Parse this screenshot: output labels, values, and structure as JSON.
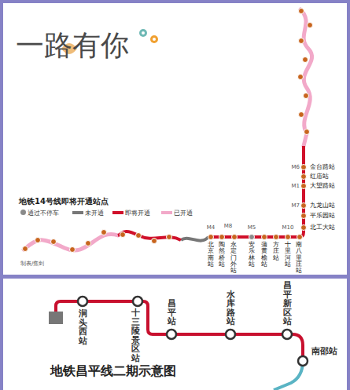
{
  "diagram": {
    "title": "一路有你",
    "labels": [
      "M6",
      "金台路站",
      "红庙站",
      "M1",
      "大望路站",
      "M7",
      "九龙山站",
      "平乐园站",
      "北工大站",
      "地铁14号线即将开通站点",
      "M4",
      "M8",
      "M5",
      "M10",
      "北京南站",
      "陶然桥站",
      "永定门外站",
      "安乐林站",
      "蒲黄榆站",
      "方庄站",
      "十里河站",
      "南八里庄站",
      "制表/焦剑",
      "涧头西站",
      "十三陵景区站",
      "昌平站",
      "水库路站",
      "昌平新区站",
      "南邵站",
      "地铁昌平线二期示意图"
    ],
    "legend": [
      {
        "text": "通过不停车",
        "color": "#8a8a8a"
      },
      {
        "text": "未开通",
        "color": "#777777"
      },
      {
        "text": "即将开通",
        "color": "#d0102a"
      },
      {
        "text": "已开通",
        "color": "#f2a9c9"
      }
    ]
  }
}
